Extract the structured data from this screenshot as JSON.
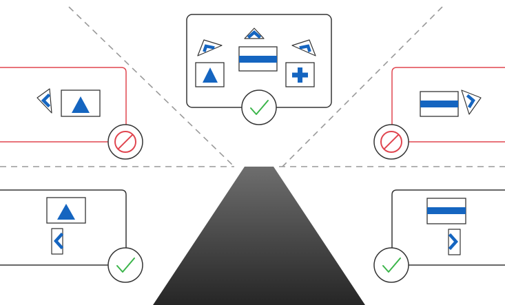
{
  "diagram": {
    "colors": {
      "sign_blue": "#1565c0",
      "prohibited_red": "#e0454f",
      "approved_green": "#3bb54a",
      "frame_dark": "#333333",
      "guide_dash": "#999999",
      "road_top": "#6e6e6e",
      "road_bottom": "#262626"
    },
    "road": {
      "icon": "road-perspective",
      "color_top": "#6e6e6e",
      "color_bottom": "#262626"
    },
    "guides": {
      "style": "dashed",
      "color": "#999999"
    },
    "panels": [
      {
        "id": "center-front",
        "status": "allowed",
        "status_icon": "checkmark-icon",
        "signs": [
          "chevron-up-left-icon",
          "chevron-up-icon",
          "chevron-up-right-icon",
          "triangle-sign-icon",
          "bar-sign-icon",
          "plus-sign-icon"
        ]
      },
      {
        "id": "upper-left",
        "status": "prohibited",
        "status_icon": "prohibited-icon",
        "signs": [
          "chevron-left-icon",
          "triangle-sign-icon"
        ]
      },
      {
        "id": "upper-right",
        "status": "prohibited",
        "status_icon": "prohibited-icon",
        "signs": [
          "bar-sign-icon",
          "chevron-right-icon"
        ]
      },
      {
        "id": "lower-left",
        "status": "allowed",
        "status_icon": "checkmark-icon",
        "signs": [
          "triangle-sign-icon",
          "chevron-left-icon"
        ]
      },
      {
        "id": "lower-right",
        "status": "allowed",
        "status_icon": "checkmark-icon",
        "signs": [
          "bar-sign-icon",
          "chevron-right-icon"
        ]
      }
    ]
  }
}
